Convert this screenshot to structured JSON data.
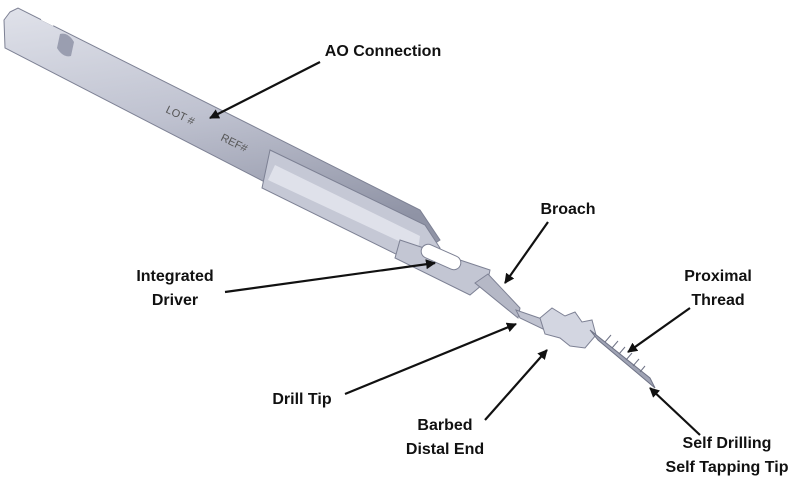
{
  "title": "Implant driver and screw anatomy",
  "engravings": {
    "lot": "LOT #",
    "ref": "REF#"
  },
  "labels": {
    "ao_connection": "AO Connection",
    "broach": "Broach",
    "integrated_driver": [
      "Integrated",
      "Driver"
    ],
    "proximal_thread": [
      "Proximal",
      "Thread"
    ],
    "drill_tip": "Drill Tip",
    "barbed_distal_end": [
      "Barbed",
      "Distal End"
    ],
    "self_drilling_tip": [
      "Self Drilling",
      "Self Tapping Tip"
    ]
  },
  "colors": {
    "metal": "#b9bccb",
    "metal_dark": "#8e92a4",
    "metal_light": "#dcdee8",
    "arrow": "#111111"
  }
}
